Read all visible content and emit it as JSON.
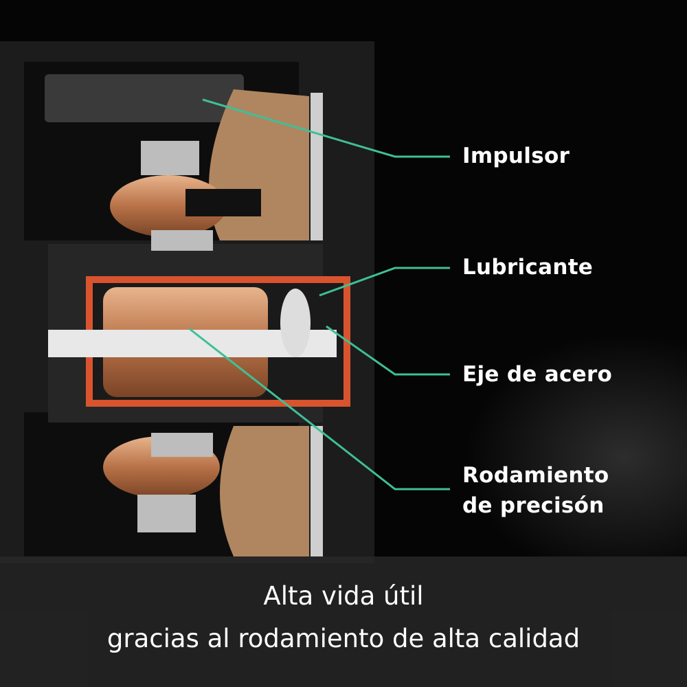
{
  "callouts": [
    {
      "label": "Impulsor"
    },
    {
      "label": "Lubricante"
    },
    {
      "label": "Eje de acero"
    },
    {
      "label": "Rodamiento de precisón",
      "lines": [
        "Rodamiento",
        "de precisón"
      ]
    }
  ],
  "caption": {
    "line1": "Alta vida útil",
    "line2": "gracias al rodamiento de alta calidad"
  },
  "colors": {
    "callout_line": "#3fbf98",
    "copper": "#c98a5e",
    "bearing_red": "#d8542e"
  }
}
